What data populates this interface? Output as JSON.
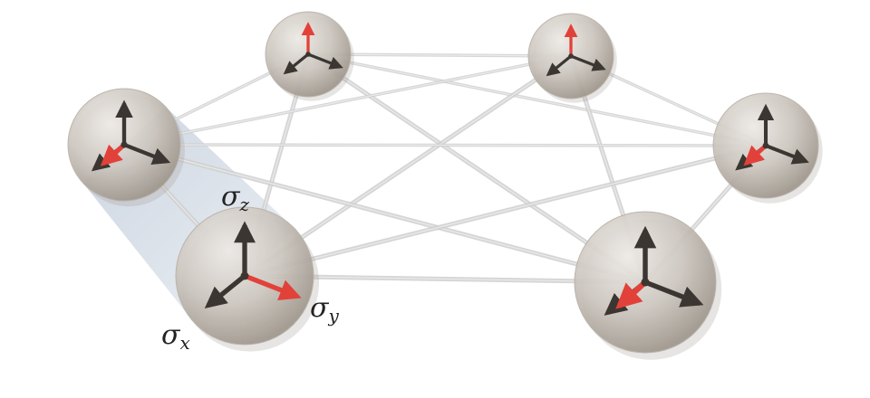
{
  "diagram": {
    "axis_labels": {
      "z": {
        "symbol": "σ",
        "sub": "z"
      },
      "y": {
        "symbol": "σ",
        "sub": "y"
      },
      "x": {
        "symbol": "σ",
        "sub": "x"
      }
    },
    "colors": {
      "sphere": "#c9c4bd",
      "sphere_shadow": "#9e978e",
      "arrow_dark": "#3c3632",
      "arrow_red": "#e2413a",
      "edge": "#cfcfcf",
      "highlight_band": "#a9b8cc"
    },
    "node_count": 6,
    "fully_connected": true
  }
}
